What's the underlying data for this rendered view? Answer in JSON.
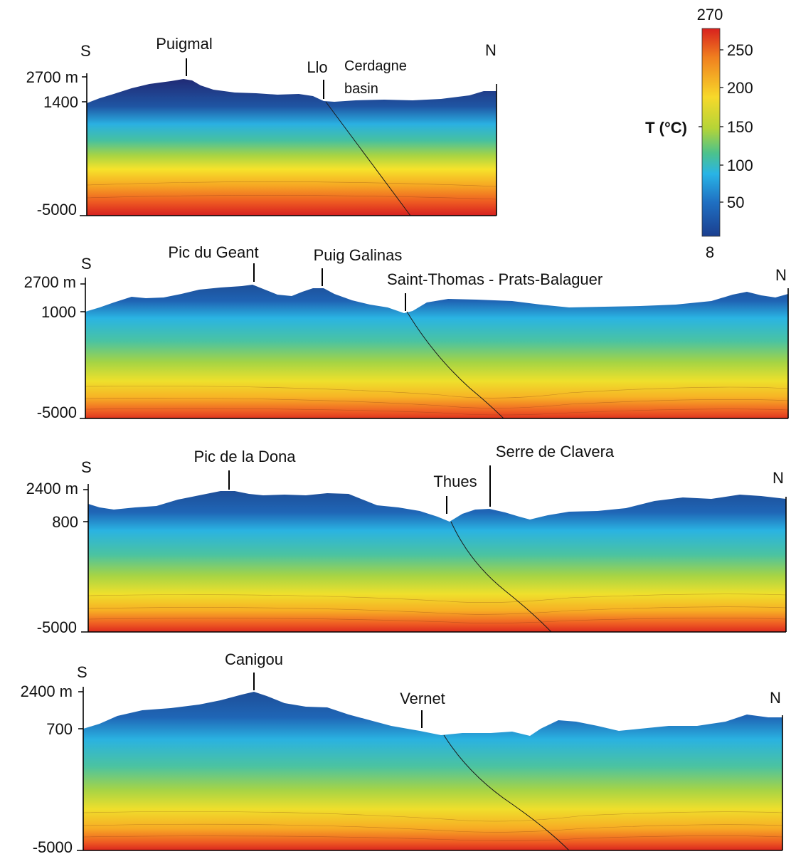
{
  "colorbar": {
    "title": "T (°C)",
    "max": "270",
    "min": "8",
    "ticks": [
      "250",
      "200",
      "150",
      "100",
      "50"
    ],
    "colors": [
      "#d8211e",
      "#f0801f",
      "#f7d92a",
      "#b5d437",
      "#4cc28c",
      "#29b4e6",
      "#1f6ec1",
      "#1b3f8f"
    ]
  },
  "sections": [
    {
      "south": "S",
      "north": "N",
      "depth_labels": [
        "2700 m",
        "1400",
        "-5000"
      ],
      "places": [
        "Puigmal",
        "Llo",
        "Cerdagne",
        "basin"
      ]
    },
    {
      "south": "S",
      "north": "N",
      "depth_labels": [
        "2700 m",
        "1000",
        "-5000"
      ],
      "places": [
        "Pic du Geant",
        "Puig Galinas",
        "Saint-Thomas - Prats-Balaguer"
      ]
    },
    {
      "south": "S",
      "north": "N",
      "depth_labels": [
        "2400 m",
        "800",
        "-5000"
      ],
      "places": [
        "Pic de la Dona",
        "Serre de Clavera",
        "Thues"
      ]
    },
    {
      "south": "S",
      "north": "N",
      "depth_labels": [
        "2400 m",
        "700",
        "-5000"
      ],
      "places": [
        "Canigou",
        "Vernet"
      ]
    }
  ]
}
